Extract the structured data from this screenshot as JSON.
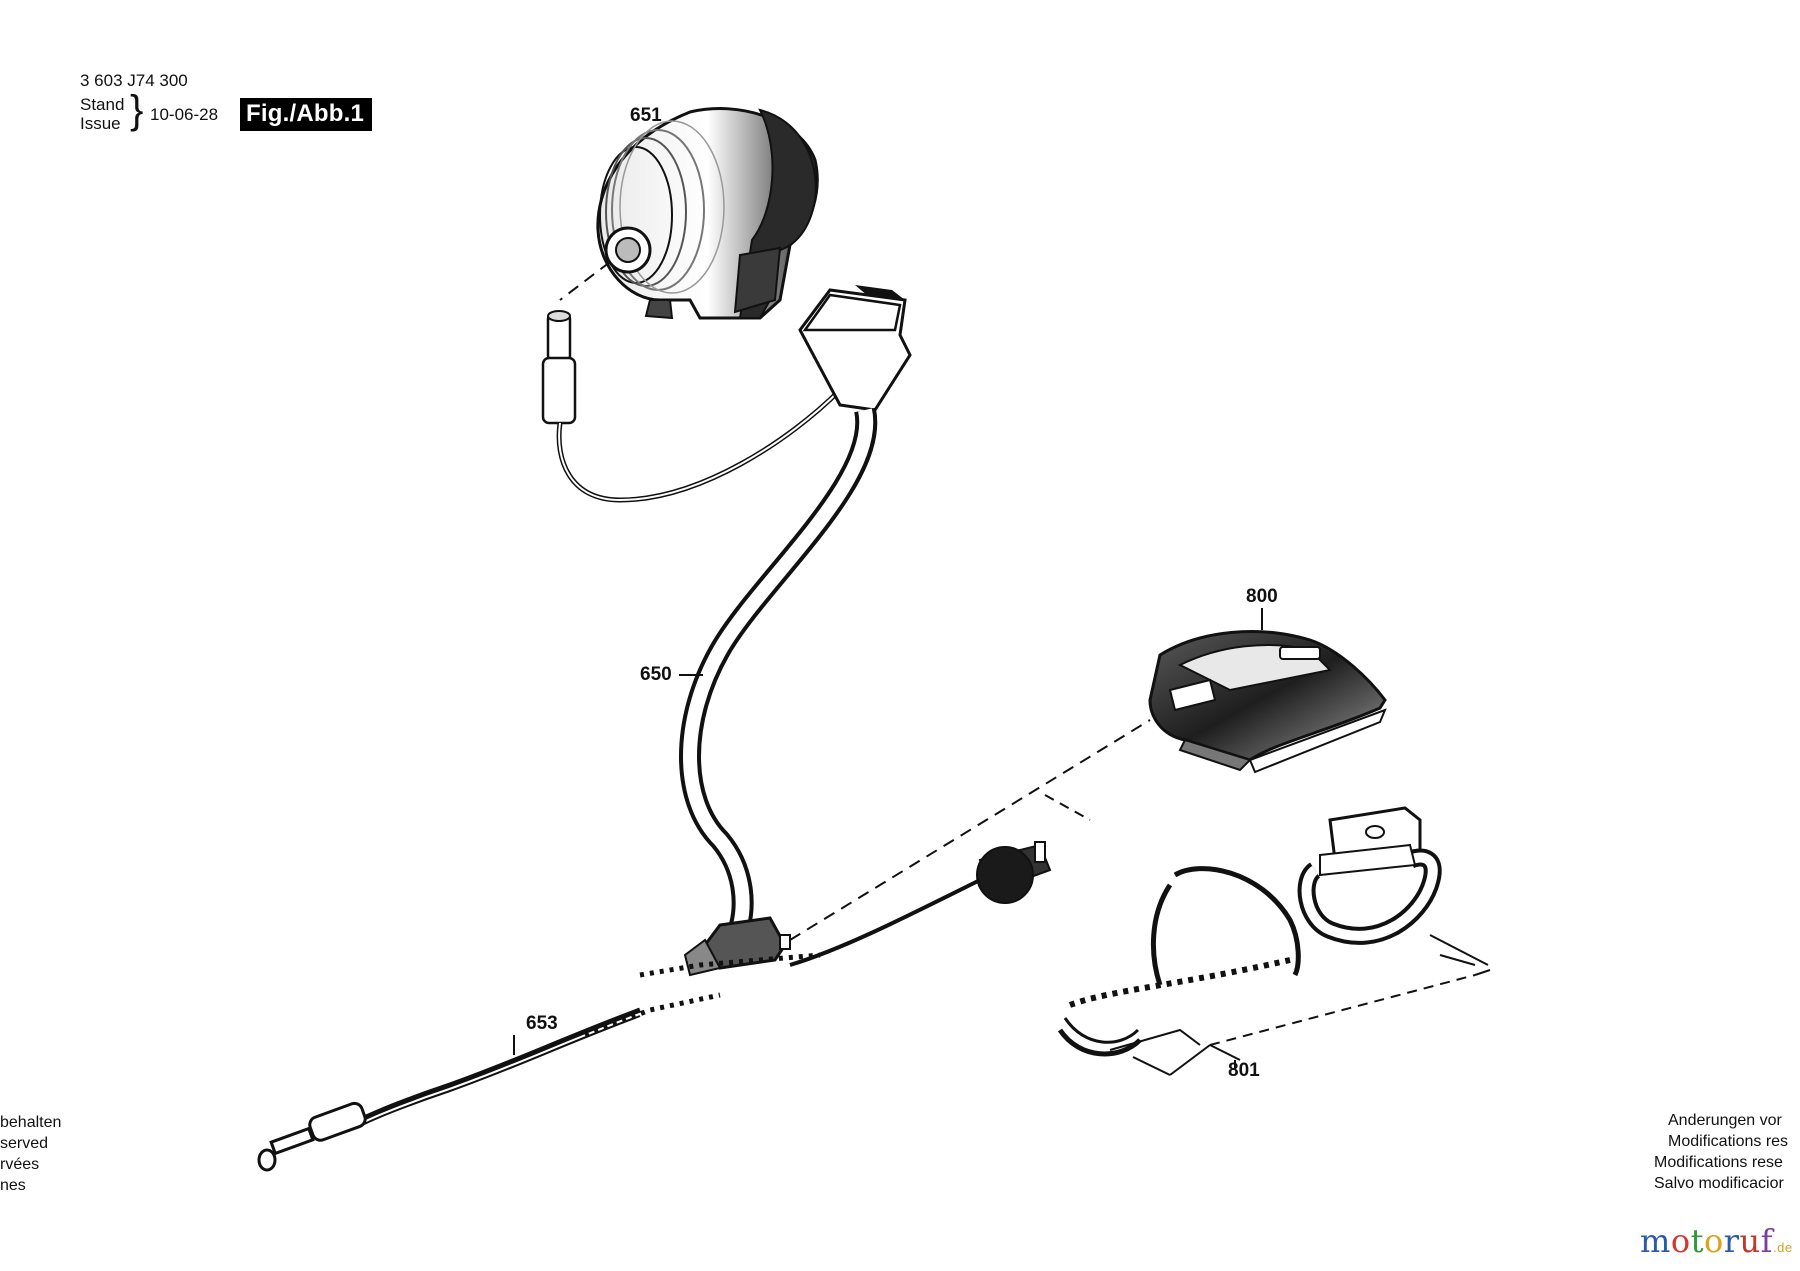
{
  "header": {
    "part_number": "3 603 J74 300",
    "stand_label": "Stand",
    "issue_label": "Issue",
    "brace": "}",
    "date": "10-06-28",
    "figure": "Fig./Abb.1"
  },
  "callouts": {
    "c651": "651",
    "c650": "650",
    "c653": "653",
    "c800": "800",
    "c801": "801"
  },
  "legal_left": [
    "behalten",
    "served",
    "rvées",
    "nes"
  ],
  "legal_right": [
    "Anderungen vor",
    "Modifications res",
    "Modifications rese",
    "Salvo modificacior"
  ],
  "logo": {
    "letters": [
      "m",
      "o",
      "t",
      "o",
      "r",
      "u",
      "f"
    ],
    "colors": [
      "#2a5aa8",
      "#d33a2c",
      "#2f9a3a",
      "#e0a020",
      "#2a5aa8",
      "#c0392b",
      "#7a3fa0"
    ],
    "tld": ".de"
  }
}
